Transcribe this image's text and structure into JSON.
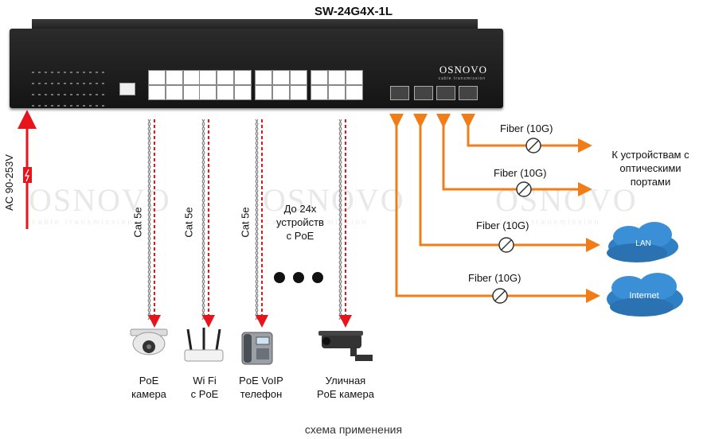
{
  "title": "SW-24G4X-1L",
  "brand": "OSNOVO",
  "brand_sub": "cable transmission",
  "watermark": "OSNOVO",
  "watermark_sub": "cable transmission",
  "power_label": "AC 90-253V",
  "cable_label": "Cat 5e",
  "devices_note": [
    "До 24х",
    "устройств",
    "с PoE"
  ],
  "devices": [
    {
      "line1": "PoE",
      "line2": "камера",
      "icon": "dome-camera-icon"
    },
    {
      "line1": "Wi Fi",
      "line2": "с PoE",
      "icon": "wifi-router-icon"
    },
    {
      "line1": "PoE VoIP",
      "line2": "телефон",
      "icon": "voip-phone-icon"
    },
    {
      "line1": "Уличная",
      "line2": "PoE камера",
      "icon": "outdoor-camera-icon"
    }
  ],
  "fiber_label": "Fiber (10G)",
  "optical_target": [
    "К устройствам с",
    "оптическими",
    "портами"
  ],
  "clouds": [
    "LAN",
    "Internet"
  ],
  "caption": "схема применения",
  "colors": {
    "power": "#e8141c",
    "poe": "#e8141c",
    "fiber": "#f07d17",
    "cloud": "#2f7fc4"
  }
}
